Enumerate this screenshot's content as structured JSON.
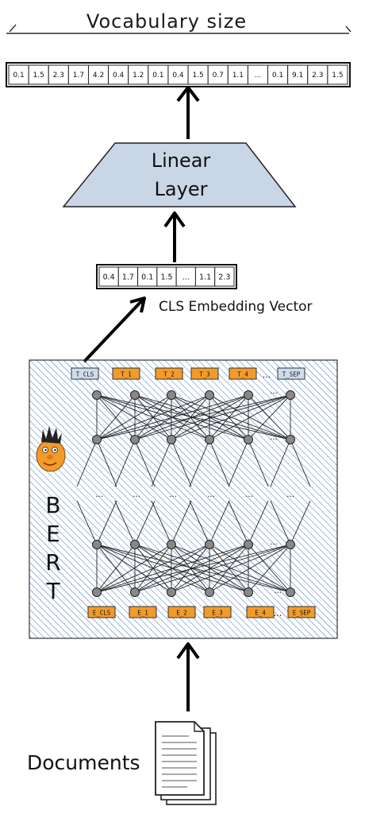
{
  "title": "Vocabulary size",
  "output_vector": [
    "0.1",
    "1.5",
    "2.3",
    "1.7",
    "4.2",
    "0.4",
    "1.2",
    "0.1",
    "0.4",
    "1.5",
    "0.7",
    "1.1",
    "...",
    "0.1",
    "9.1",
    "2.3",
    "1.5"
  ],
  "linear_layer": {
    "line1": "Linear",
    "line2": "Layer",
    "fill": "#c9d6e6"
  },
  "cls_vector": [
    "0.4",
    "1.7",
    "0.1",
    "1.5",
    "...",
    "1.1",
    "2.3"
  ],
  "cls_label": "CLS Embedding Vector",
  "bert": {
    "letters": [
      "B",
      "E",
      "R",
      "T"
    ],
    "hatch_color": "#4a7fc0",
    "top_tokens": [
      "T_CLS",
      "T_1",
      "T_2",
      "T_3",
      "T_4",
      "...",
      "T_SEP"
    ],
    "bottom_tokens": [
      "E_CLS",
      "E_1",
      "E_2",
      "E_3",
      "E_4",
      "...",
      "E_SEP"
    ],
    "token_color": "#f29b2a",
    "cls_token_color": "#cfdced",
    "ellipsis": "..."
  },
  "documents_label": "Documents"
}
